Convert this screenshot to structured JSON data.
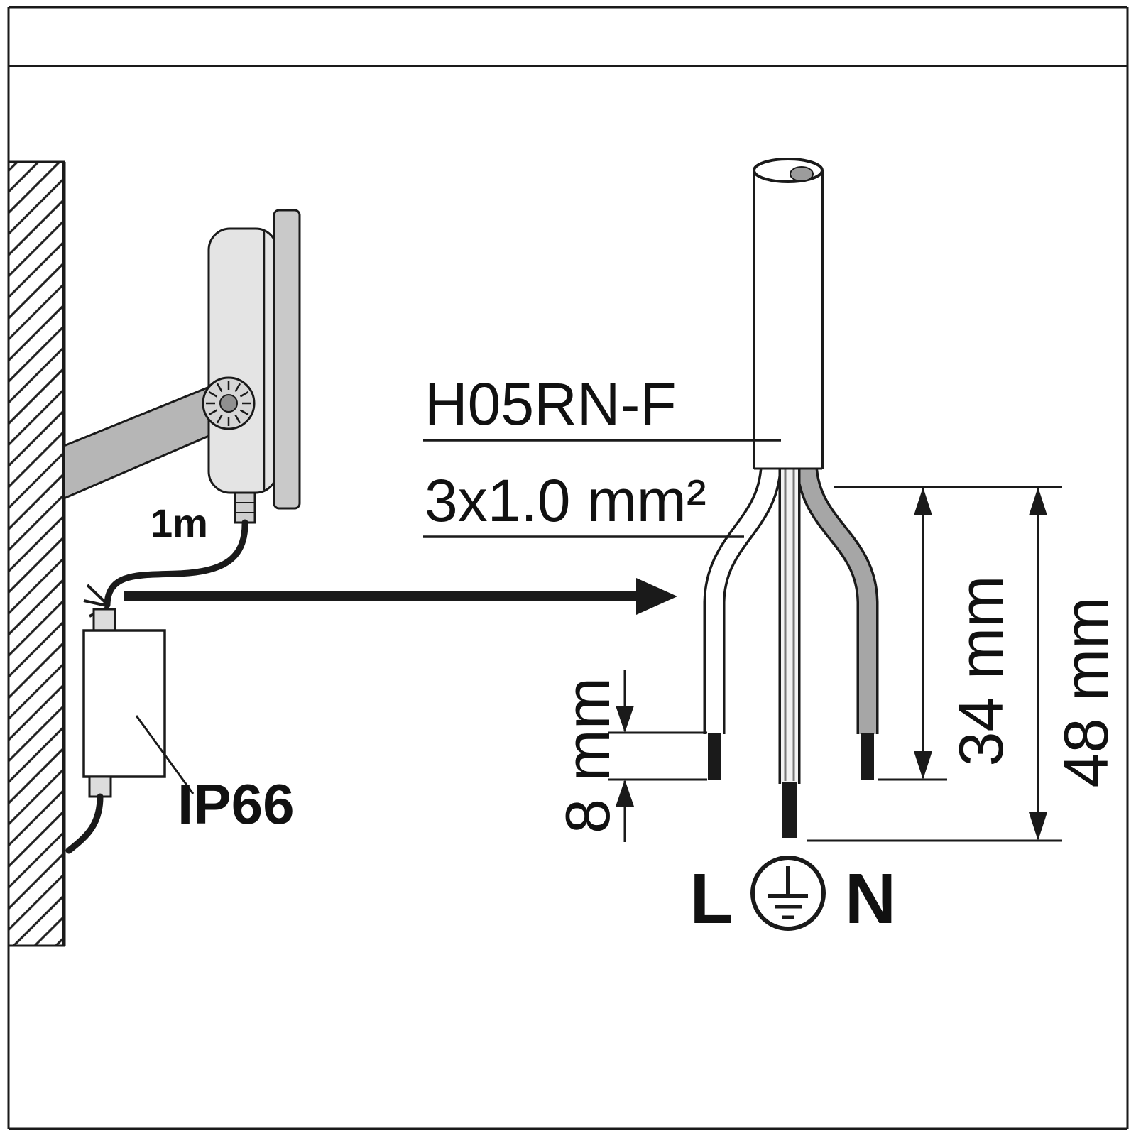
{
  "labels": {
    "cable_length": "1m",
    "ip_rating": "IP66",
    "cable_type": "H05RN-F",
    "cross_section": "3x1.0 mm²",
    "dim_tip": "8 mm",
    "dim_inner": "34 mm",
    "dim_outer": "48 mm",
    "live": "L",
    "neutral": "N"
  },
  "icons": {
    "earth": "protective-earth-symbol",
    "arrow": "detail-arrow-right"
  },
  "colors": {
    "line": "#1a1a1a",
    "background": "#ffffff",
    "housing_light": "#e4e4e4",
    "bezel_gray": "#c9c9c9",
    "bracket_gray": "#b6b6b6",
    "neutral_wire_gray": "#a6a6a6"
  }
}
